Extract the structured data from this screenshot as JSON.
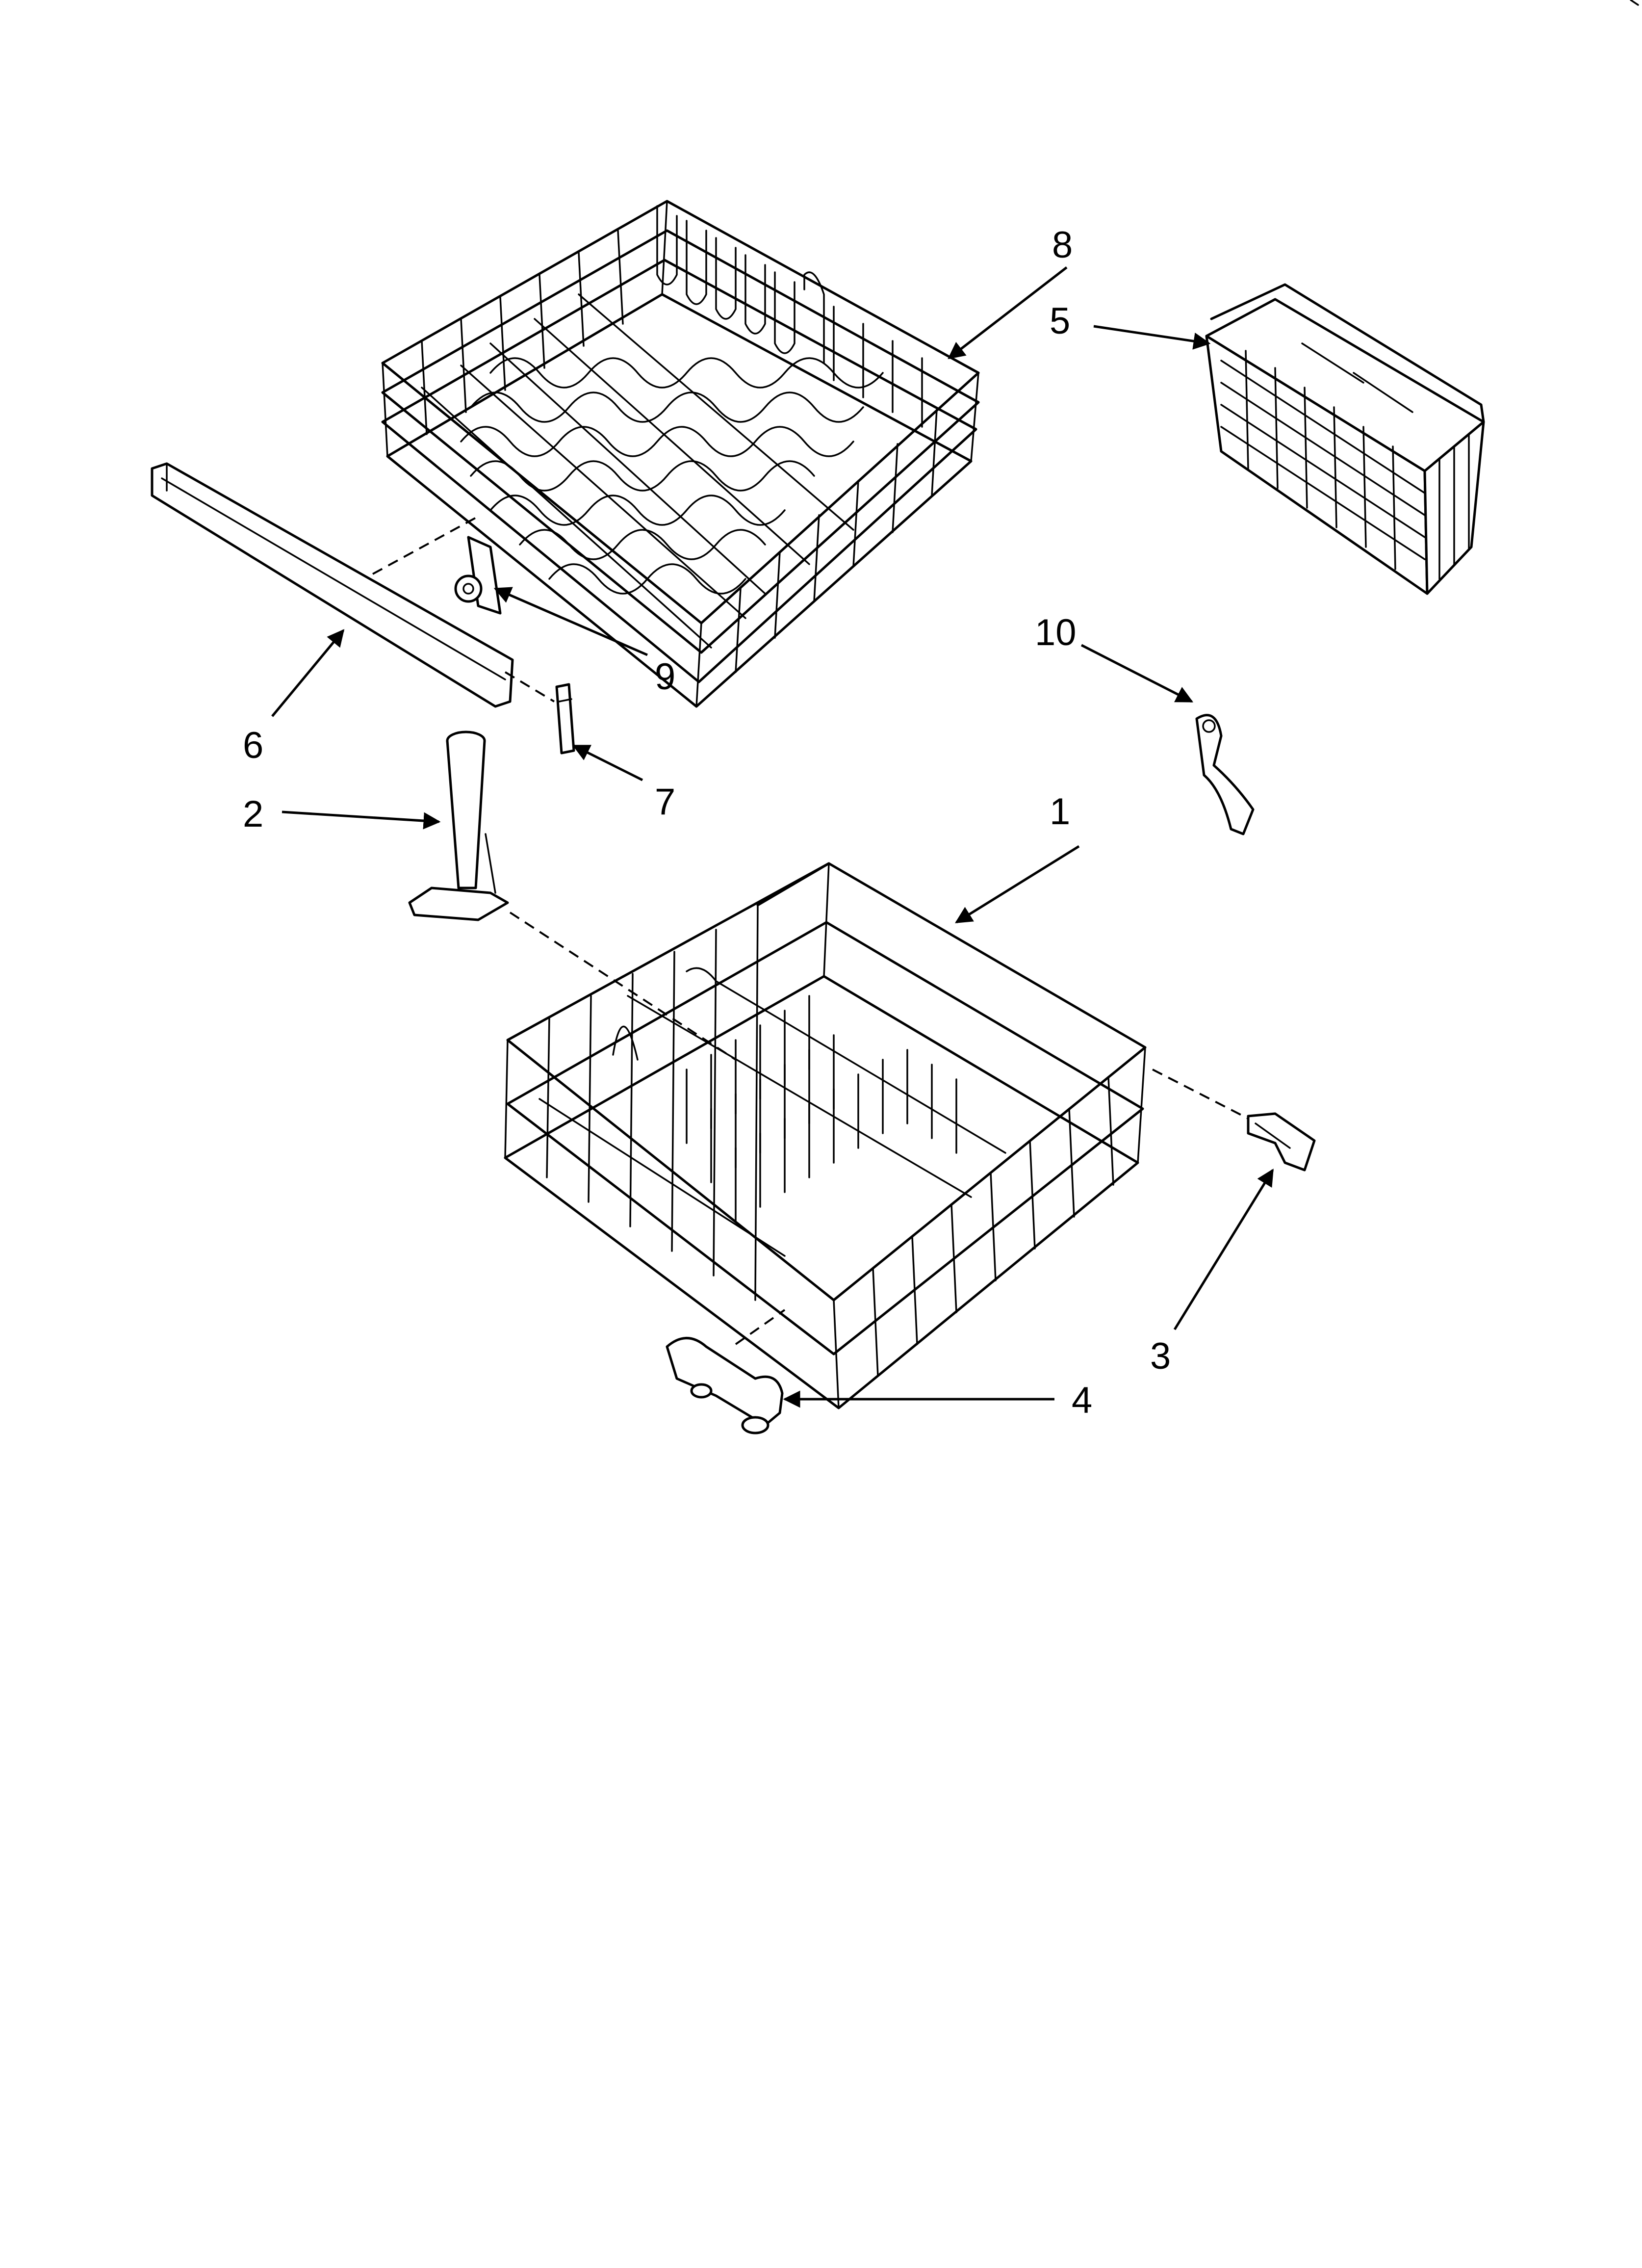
{
  "parts": [
    {
      "id": "lower-rack",
      "label": "1"
    },
    {
      "id": "spray-tube",
      "label": "2"
    },
    {
      "id": "rack-stop",
      "label": "3"
    },
    {
      "id": "roller",
      "label": "4"
    },
    {
      "id": "silverware-basket",
      "label": "5"
    },
    {
      "id": "track",
      "label": "6"
    },
    {
      "id": "track-stop",
      "label": "7"
    },
    {
      "id": "upper-rack",
      "label": "8"
    },
    {
      "id": "upper-rack-roller-assembly",
      "label": "9"
    },
    {
      "id": "clip",
      "label": "10"
    }
  ],
  "colors": {
    "ink": "#000000",
    "paper": "#ffffff"
  }
}
